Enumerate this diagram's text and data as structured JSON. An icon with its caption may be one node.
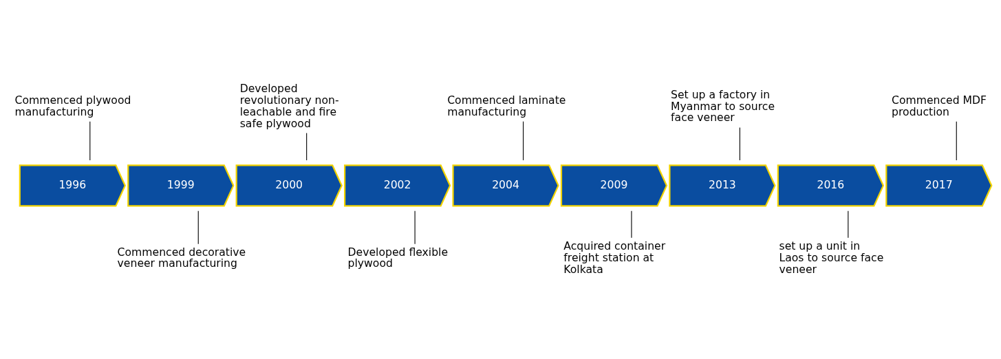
{
  "diagram": {
    "nodes": [
      {
        "text": [
          "1996"
        ]
      },
      {
        "text": [
          "Commenced plywood manufacturing"
        ]
      },
      {
        "text": [
          "1999"
        ]
      },
      {
        "text": [
          "Commenced decorative veneer manufacturing"
        ]
      },
      {
        "text": [
          "2000"
        ]
      },
      {
        "text": [
          "Developed revolutionary non-leachable and fire safe plywood"
        ]
      },
      {
        "text": [
          "2002"
        ]
      },
      {
        "text": [
          "Developed flexible plywood"
        ]
      },
      {
        "text": [
          "2004"
        ]
      },
      {
        "text": [
          "Commenced laminate manufacturing"
        ]
      },
      {
        "text": [
          "2009"
        ]
      },
      {
        "text": [
          "Acquired container freight station at Kolkata"
        ]
      },
      {
        "text": [
          "2013"
        ]
      },
      {
        "text": [
          "Set up a factory in Myanmar to source face veneer"
        ]
      },
      {
        "text": [
          "2016"
        ]
      },
      {
        "text": [
          "set up a unit in Laos to source face veneer"
        ]
      },
      {
        "text": [
          "2017"
        ]
      },
      {
        "text": [
          "Commenced MDF production"
        ]
      }
    ],
    "edges": [
      {
        "from": 1,
        "to": 0,
        "arrow": "none"
      },
      {
        "from": 3,
        "to": 2,
        "arrow": "none"
      },
      {
        "from": 5,
        "to": 4,
        "arrow": "none"
      },
      {
        "from": 7,
        "to": 6,
        "arrow": "none"
      },
      {
        "from": 9,
        "to": 8,
        "arrow": "none"
      },
      {
        "from": 11,
        "to": 10,
        "arrow": "none"
      },
      {
        "from": 13,
        "to": 12,
        "arrow": "none"
      },
      {
        "from": 15,
        "to": 14,
        "arrow": "none"
      },
      {
        "from": 17,
        "to": 16,
        "arrow": "none"
      }
    ]
  }
}
